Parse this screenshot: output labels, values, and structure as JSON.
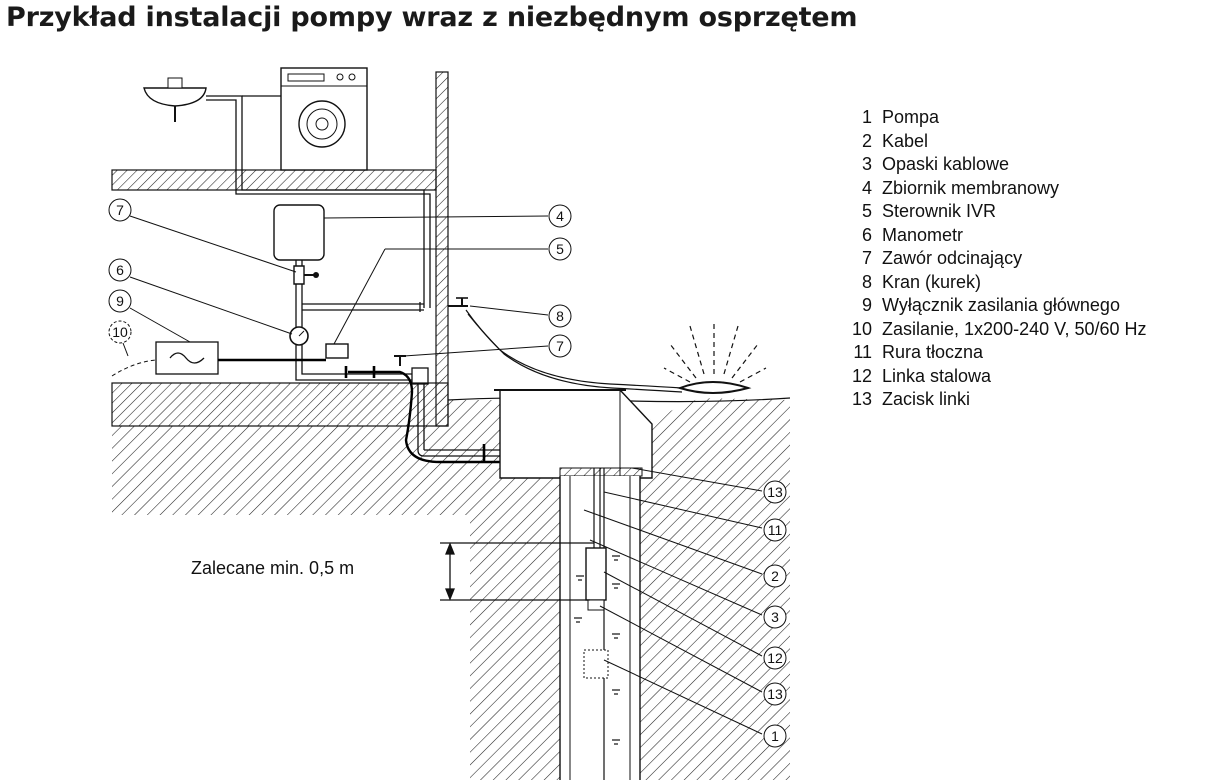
{
  "title": "Przykład instalacji pompy  wraz z niezbędnym osprzętem",
  "depth_note": "Zalecane min. 0,5 m",
  "legend": [
    {
      "num": "1",
      "label": "Pompa"
    },
    {
      "num": "2",
      "label": "Kabel"
    },
    {
      "num": "3",
      "label": "Opaski kablowe"
    },
    {
      "num": "4",
      "label": "Zbiornik membranowy"
    },
    {
      "num": "5",
      "label": "Sterownik IVR"
    },
    {
      "num": "6",
      "label": "Manometr"
    },
    {
      "num": "7",
      "label": "Zawór odcinający"
    },
    {
      "num": "8",
      "label": "Kran (kurek)"
    },
    {
      "num": "9",
      "label": "Wyłącznik zasilania głównego"
    },
    {
      "num": "10",
      "label": "Zasilanie, 1x200-240 V, 50/60 Hz"
    },
    {
      "num": "11",
      "label": "Rura tłoczna"
    },
    {
      "num": "12",
      "label": "Linka stalowa"
    },
    {
      "num": "13",
      "label": "Zacisk linki"
    }
  ],
  "callouts": {
    "c7a": "7",
    "c6": "6",
    "c9": "9",
    "c10": "10",
    "c4": "4",
    "c5": "5",
    "c8": "8",
    "c7b": "7",
    "c13a": "13",
    "c11": "11",
    "c2": "2",
    "c3": "3",
    "c12": "12",
    "c13b": "13",
    "c1": "1"
  }
}
